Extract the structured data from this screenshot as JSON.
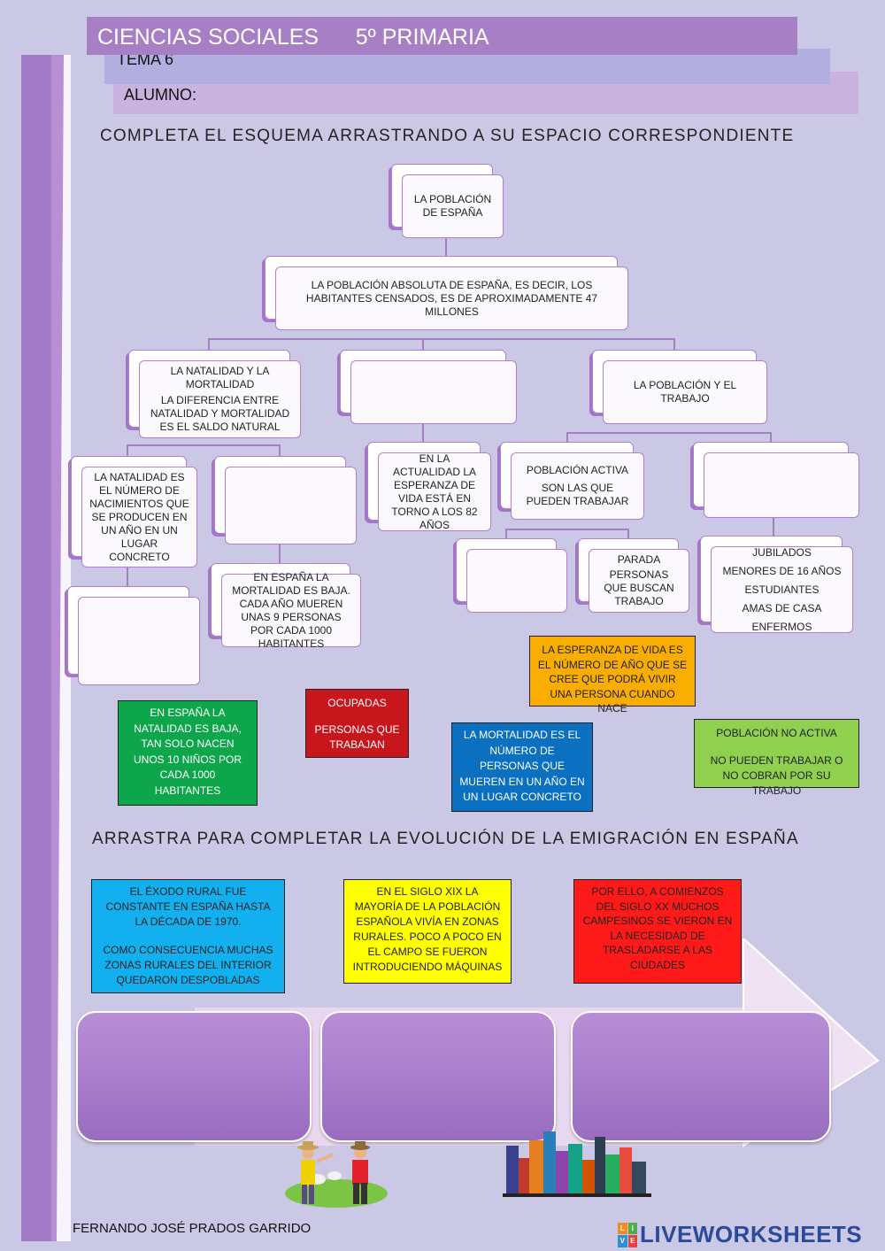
{
  "header": {
    "subject": "CIENCIAS SOCIALES      5º PRIMARIA",
    "tema": "TEMA 6",
    "alumno": "ALUMNO:"
  },
  "instructions": {
    "scheme": "COMPLETA EL ESQUEMA ARRASTRANDO A SU ESPACIO CORRESPONDIENTE",
    "emigration": "ARRASTRA PARA COMPLETAR LA EVOLUCIÓN DE LA EMIGRACIÓN EN ESPAÑA"
  },
  "scheme": {
    "root": "LA POBLACIÓN DE ESPAÑA",
    "absolute": "LA POBLACIÓN ABSOLUTA DE ESPAÑA, ES DECIR, LOS HABITANTES CENSADOS, ES DE APROXIMADAMENTE 47 MILLONES",
    "natalidad_title": "LA NATALIDAD Y LA MORTALIDAD",
    "natalidad_body": "LA DIFERENCIA ENTRE NATALIDAD Y MORTALIDAD ES EL SALDO NATURAL",
    "trabajo": "LA POBLACIÓN Y EL TRABAJO",
    "natalidad_def": "LA NATALIDAD ES EL NÚMERO DE NACIMIENTOS QUE SE PRODUCEN EN UN AÑO EN UN LUGAR CONCRETO",
    "esperanza_actual": "EN LA ACTUALIDAD LA ESPERANZA DE VIDA ESTÁ EN TORNO A LOS 82 AÑOS",
    "activa_title": "POBLACIÓN ACTIVA",
    "activa_body": "SON LAS QUE PUEDEN TRABAJAR",
    "mortalidad_baja": "EN ESPAÑA LA MORTALIDAD ES BAJA. CADA AÑO MUEREN UNAS 9 PERSONAS POR CADA 1000 HABITANTES",
    "parada_title": "PARADA",
    "parada_body": "PERSONAS QUE BUSCAN TRABAJO",
    "no_activa_list": [
      "JUBILADOS",
      "MENORES DE 16 AÑOS",
      "ESTUDIANTES",
      "AMAS DE CASA",
      "ENFERMOS"
    ]
  },
  "drag_cards": {
    "esperanza_def": "LA ESPERANZA DE VIDA ES EL NÚMERO DE AÑO QUE SE CREE QUE PODRÁ VIVIR UNA PERSONA CUANDO NACE",
    "natalidad_baja": "EN ESPAÑA LA NATALIDAD ES BAJA, TAN SOLO NACEN UNOS 10 NIÑOS POR CADA 1000 HABITANTES",
    "ocupadas_title": "OCUPADAS",
    "ocupadas_body": "PERSONAS QUE TRABAJAN",
    "mortalidad_def": "LA MORTALIDAD ES EL NÚMERO DE PERSONAS QUE MUEREN EN UN AÑO EN UN LUGAR CONCRETO",
    "no_activa_title": "POBLACIÓN NO ACTIVA",
    "no_activa_body": "NO PUEDEN TRABAJAR O NO COBRAN POR SU TRABAJO",
    "exodo_p1": "EL ÉXODO RURAL FUE CONSTANTE EN ESPAÑA HASTA LA DÉCADA DE 1970.",
    "exodo_p2": "COMO CONSECUENCIA MUCHAS ZONAS RURALES DEL INTERIOR QUEDARON DESPOBLADAS",
    "siglo_xix": "EN EL SIGLO XIX LA MAYORÍA DE LA POBLACIÓN ESPAÑOLA VIVÍA EN ZONAS RURALES. POCO A POCO EN EL CAMPO SE FUERON INTRODUCIENDO MÁQUINAS",
    "siglo_xx": "POR ELLO, A COMIENZOS DEL SIGLO XX MUCHOS CAMPESINOS SE VIERON EN LA NECESIDAD DE TRASLADARSE A LAS CIUDADES"
  },
  "colors": {
    "green": "#0ea64a",
    "red": "#c8161d",
    "blue": "#0b70c0",
    "orange": "#f8ad00",
    "lightgreen": "#8fd14f",
    "cyan": "#12b0ef",
    "yellow": "#ffff00",
    "red2": "#ff1a1a",
    "purple": "#a77fc4"
  },
  "footer": {
    "author": "FERNANDO JOSÉ PRADOS GARRIDO",
    "logo_badge": [
      "L",
      "I",
      "V",
      "E"
    ],
    "logo_text": "LIVEWORKSHEETS"
  }
}
